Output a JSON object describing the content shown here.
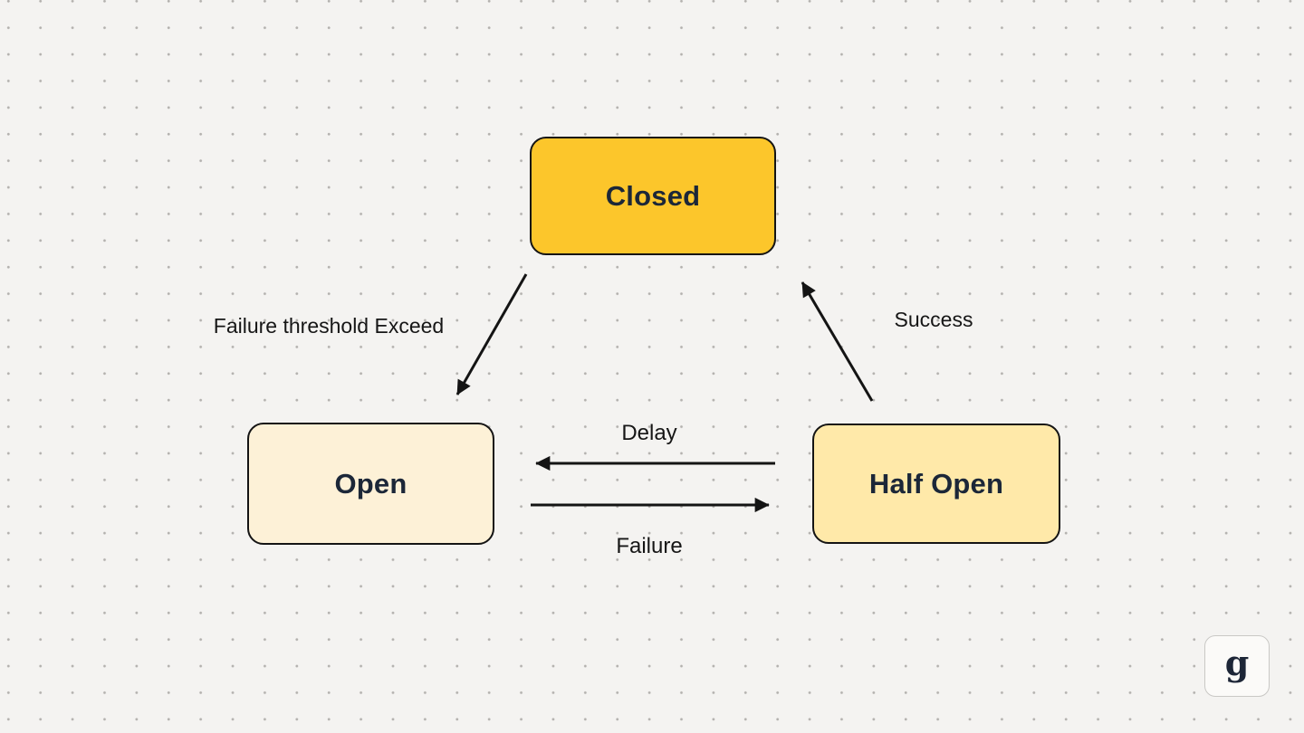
{
  "diagram": {
    "type": "state-diagram",
    "nodes": {
      "closed": {
        "label": "Closed",
        "fill": "#fcc62b"
      },
      "open": {
        "label": "Open",
        "fill": "#fdf1d7"
      },
      "half_open": {
        "label": "Half Open",
        "fill": "#ffe9a9"
      }
    },
    "edges": {
      "closed_to_open": {
        "from": "Closed",
        "to": "Open",
        "label": "Failure threshold Exceed"
      },
      "half_open_to_closed": {
        "from": "Half Open",
        "to": "Closed",
        "label": "Success"
      },
      "half_open_to_open": {
        "from": "Half Open",
        "to": "Open",
        "label": "Delay"
      },
      "open_to_half_open": {
        "from": "Open",
        "to": "Half Open",
        "label": "Failure"
      }
    }
  },
  "logo": {
    "text": "g"
  },
  "colors": {
    "background": "#f4f3f1",
    "dot": "#b3b1ae",
    "node_border": "#141414",
    "node_text": "#1c2738",
    "edge_line": "#141414",
    "edge_label_text": "#161616",
    "logo_text": "#1d2637",
    "logo_border": "#c9c8c5",
    "logo_bg": "#fbfaf8"
  }
}
